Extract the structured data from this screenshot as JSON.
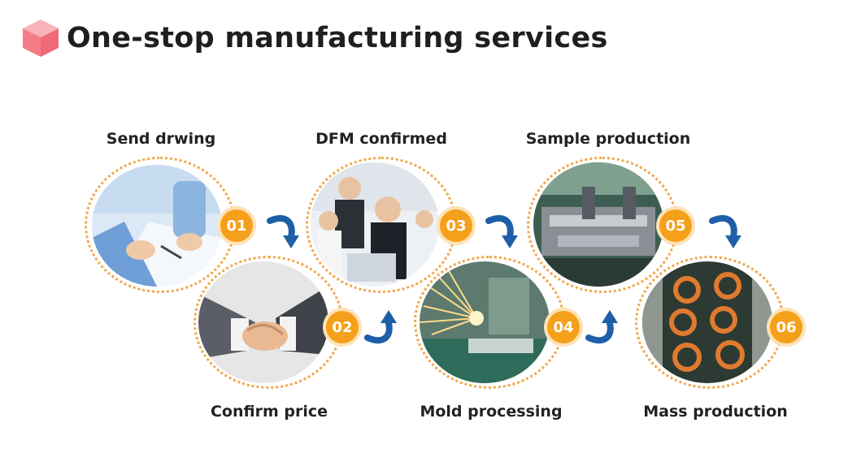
{
  "title": "One-stop manufacturing services",
  "accent_color": "#f5a01a",
  "arrow_color": "#1f5fa8",
  "icon_color": "#f47c85",
  "steps": [
    {
      "number": "01",
      "label": "Send drwing",
      "photo": "hands-pointing-at-documents"
    },
    {
      "number": "02",
      "label": "Confirm price",
      "photo": "business-handshake"
    },
    {
      "number": "03",
      "label": "DFM confirmed",
      "photo": "team-meeting-at-laptop"
    },
    {
      "number": "04",
      "label": "Mold processing",
      "photo": "metal-cutting-sparks"
    },
    {
      "number": "05",
      "label": "Sample production",
      "photo": "machine-tooling"
    },
    {
      "number": "06",
      "label": "Mass production",
      "photo": "copper-gaskets-on-conveyor"
    }
  ]
}
